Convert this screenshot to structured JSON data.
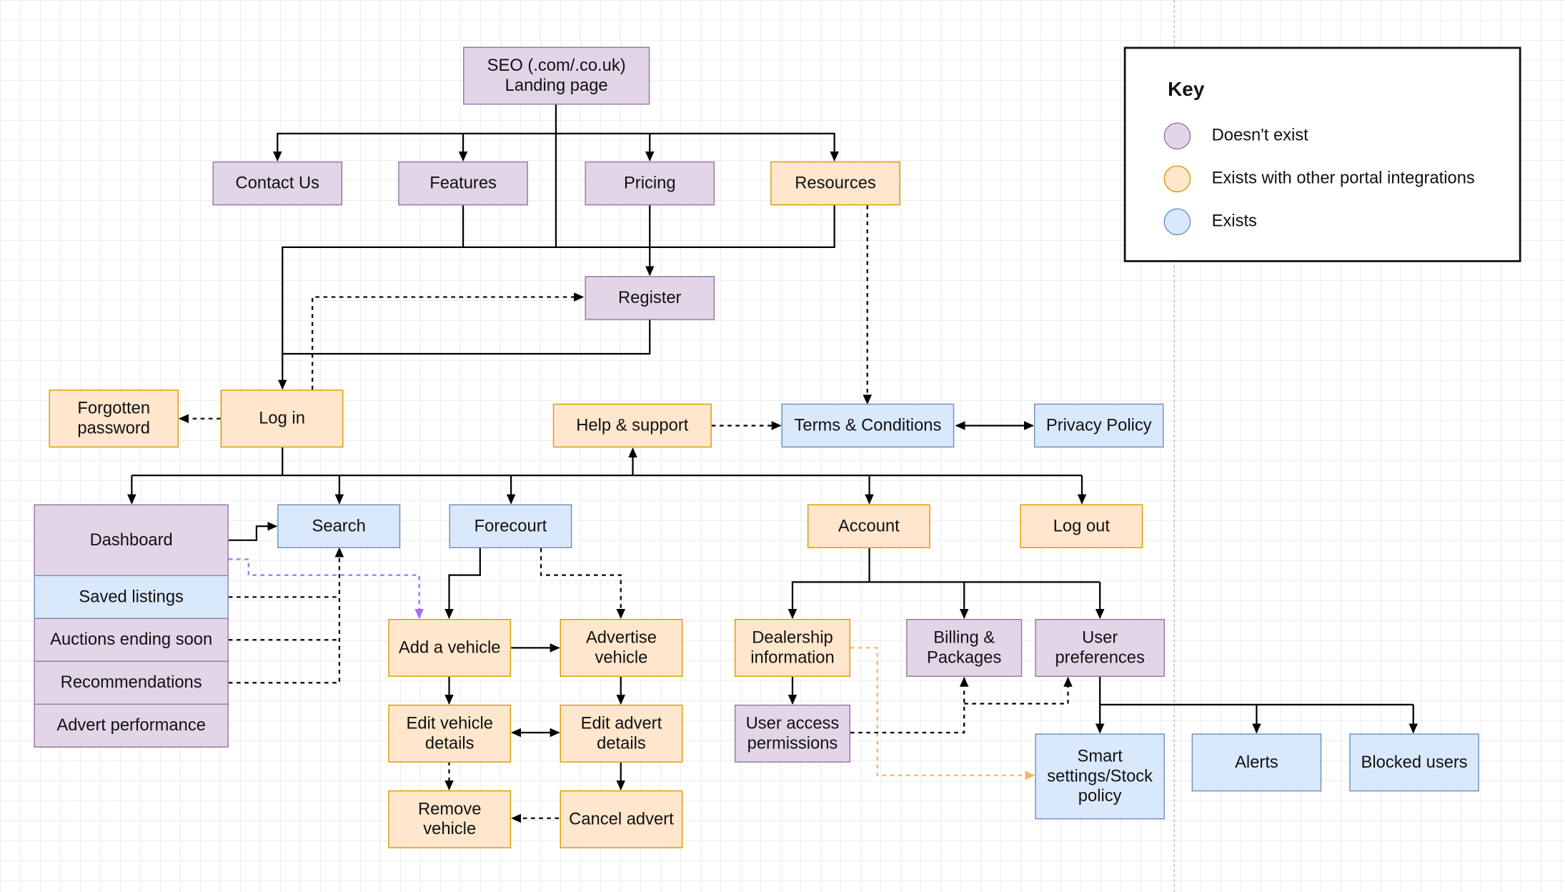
{
  "colors": {
    "purple_fill": "#e1d5e7",
    "purple_stroke": "#9673a6",
    "orange_fill": "#ffe6cc",
    "orange_stroke": "#d79b00",
    "blue_fill": "#dae8fc",
    "blue_stroke": "#6c8ebf"
  },
  "legend": {
    "title": "Key",
    "items": [
      {
        "label": "Doesn't exist",
        "status": "purple"
      },
      {
        "label": "Exists with other portal integrations",
        "status": "orange"
      },
      {
        "label": "Exists",
        "status": "blue"
      }
    ]
  },
  "nodes": {
    "seo": "SEO (.com/.co.uk)\nLanding page",
    "contact": "Contact Us",
    "features": "Features",
    "pricing": "Pricing",
    "resources": "Resources",
    "register": "Register",
    "login": "Log in",
    "forgotten": "Forgotten\npassword",
    "help": "Help & support",
    "terms": "Terms & Conditions",
    "privacy": "Privacy Policy",
    "dashboard": "Dashboard",
    "saved": "Saved listings",
    "auctions": "Auctions ending soon",
    "recommendations": "Recommendations",
    "advert_perf": "Advert performance",
    "search": "Search",
    "forecourt": "Forecourt",
    "account": "Account",
    "logout": "Log out",
    "add_vehicle": "Add a vehicle",
    "advertise": "Advertise\nvehicle",
    "edit_vehicle": "Edit vehicle\ndetails",
    "edit_advert": "Edit advert\ndetails",
    "remove_vehicle": "Remove\nvehicle",
    "cancel_advert": "Cancel advert",
    "dealership": "Dealership\ninformation",
    "user_access": "User access\npermissions",
    "billing": "Billing &\nPackages",
    "user_prefs": "User\npreferences",
    "smart_settings": "Smart\nsettings/Stock\npolicy",
    "alerts": "Alerts",
    "blocked": "Blocked users"
  },
  "node_status": {
    "seo": "purple",
    "contact": "purple",
    "features": "purple",
    "pricing": "purple",
    "resources": "orange",
    "register": "purple",
    "login": "orange",
    "forgotten": "orange",
    "help": "orange",
    "terms": "blue",
    "privacy": "blue",
    "dashboard": "purple",
    "saved": "blue",
    "auctions": "purple",
    "recommendations": "purple",
    "advert_perf": "purple",
    "search": "blue",
    "forecourt": "blue",
    "account": "orange",
    "logout": "orange",
    "add_vehicle": "orange",
    "advertise": "orange",
    "edit_vehicle": "orange",
    "edit_advert": "orange",
    "remove_vehicle": "orange",
    "cancel_advert": "orange",
    "dealership": "orange",
    "user_access": "purple",
    "billing": "purple",
    "user_prefs": "purple",
    "smart_settings": "blue",
    "alerts": "blue",
    "blocked": "blue"
  },
  "connections": [
    {
      "from": "seo",
      "to": "contact",
      "style": "solid"
    },
    {
      "from": "seo",
      "to": "features",
      "style": "solid"
    },
    {
      "from": "seo",
      "to": "pricing",
      "style": "solid"
    },
    {
      "from": "seo",
      "to": "resources",
      "style": "solid"
    },
    {
      "from": "seo",
      "to": "login",
      "style": "solid"
    },
    {
      "from": "features",
      "to": "login",
      "style": "solid"
    },
    {
      "from": "resources",
      "to": "login",
      "style": "solid"
    },
    {
      "from": "pricing",
      "to": "register",
      "style": "solid"
    },
    {
      "from": "register",
      "to": "login",
      "style": "solid"
    },
    {
      "from": "login",
      "to": "register",
      "style": "dashed"
    },
    {
      "from": "login",
      "to": "forgotten",
      "style": "dashed"
    },
    {
      "from": "resources",
      "to": "terms",
      "style": "dashed"
    },
    {
      "from": "help",
      "to": "terms",
      "style": "dashed"
    },
    {
      "from": "terms",
      "to": "privacy",
      "style": "solid-bidirectional"
    },
    {
      "from": "login",
      "to": "dashboard",
      "style": "solid"
    },
    {
      "from": "login",
      "to": "search",
      "style": "solid"
    },
    {
      "from": "login",
      "to": "forecourt",
      "style": "solid"
    },
    {
      "from": "login",
      "to": "help",
      "style": "solid"
    },
    {
      "from": "login",
      "to": "account",
      "style": "solid"
    },
    {
      "from": "login",
      "to": "logout",
      "style": "solid"
    },
    {
      "from": "dashboard",
      "to": "search",
      "style": "solid"
    },
    {
      "from": "dashboard",
      "to": "add_vehicle",
      "style": "dashed"
    },
    {
      "from": "saved",
      "to": "search",
      "style": "dashed"
    },
    {
      "from": "auctions",
      "to": "search",
      "style": "dashed"
    },
    {
      "from": "recommendations",
      "to": "search",
      "style": "dashed"
    },
    {
      "from": "forecourt",
      "to": "add_vehicle",
      "style": "solid"
    },
    {
      "from": "forecourt",
      "to": "advertise",
      "style": "dashed"
    },
    {
      "from": "add_vehicle",
      "to": "advertise",
      "style": "solid"
    },
    {
      "from": "add_vehicle",
      "to": "edit_vehicle",
      "style": "solid"
    },
    {
      "from": "advertise",
      "to": "edit_advert",
      "style": "solid"
    },
    {
      "from": "edit_vehicle",
      "to": "edit_advert",
      "style": "solid-bidirectional"
    },
    {
      "from": "edit_vehicle",
      "to": "remove_vehicle",
      "style": "dashed"
    },
    {
      "from": "edit_advert",
      "to": "cancel_advert",
      "style": "solid"
    },
    {
      "from": "cancel_advert",
      "to": "remove_vehicle",
      "style": "dashed"
    },
    {
      "from": "account",
      "to": "dealership",
      "style": "solid"
    },
    {
      "from": "account",
      "to": "billing",
      "style": "solid"
    },
    {
      "from": "account",
      "to": "user_prefs",
      "style": "solid"
    },
    {
      "from": "dealership",
      "to": "user_access",
      "style": "solid"
    },
    {
      "from": "dealership",
      "to": "smart_settings",
      "style": "dashed"
    },
    {
      "from": "user_access",
      "to": "billing",
      "style": "dashed"
    },
    {
      "from": "user_access",
      "to": "user_prefs",
      "style": "dashed"
    },
    {
      "from": "user_prefs",
      "to": "smart_settings",
      "style": "solid"
    },
    {
      "from": "user_prefs",
      "to": "alerts",
      "style": "solid"
    },
    {
      "from": "user_prefs",
      "to": "blocked",
      "style": "solid"
    }
  ]
}
